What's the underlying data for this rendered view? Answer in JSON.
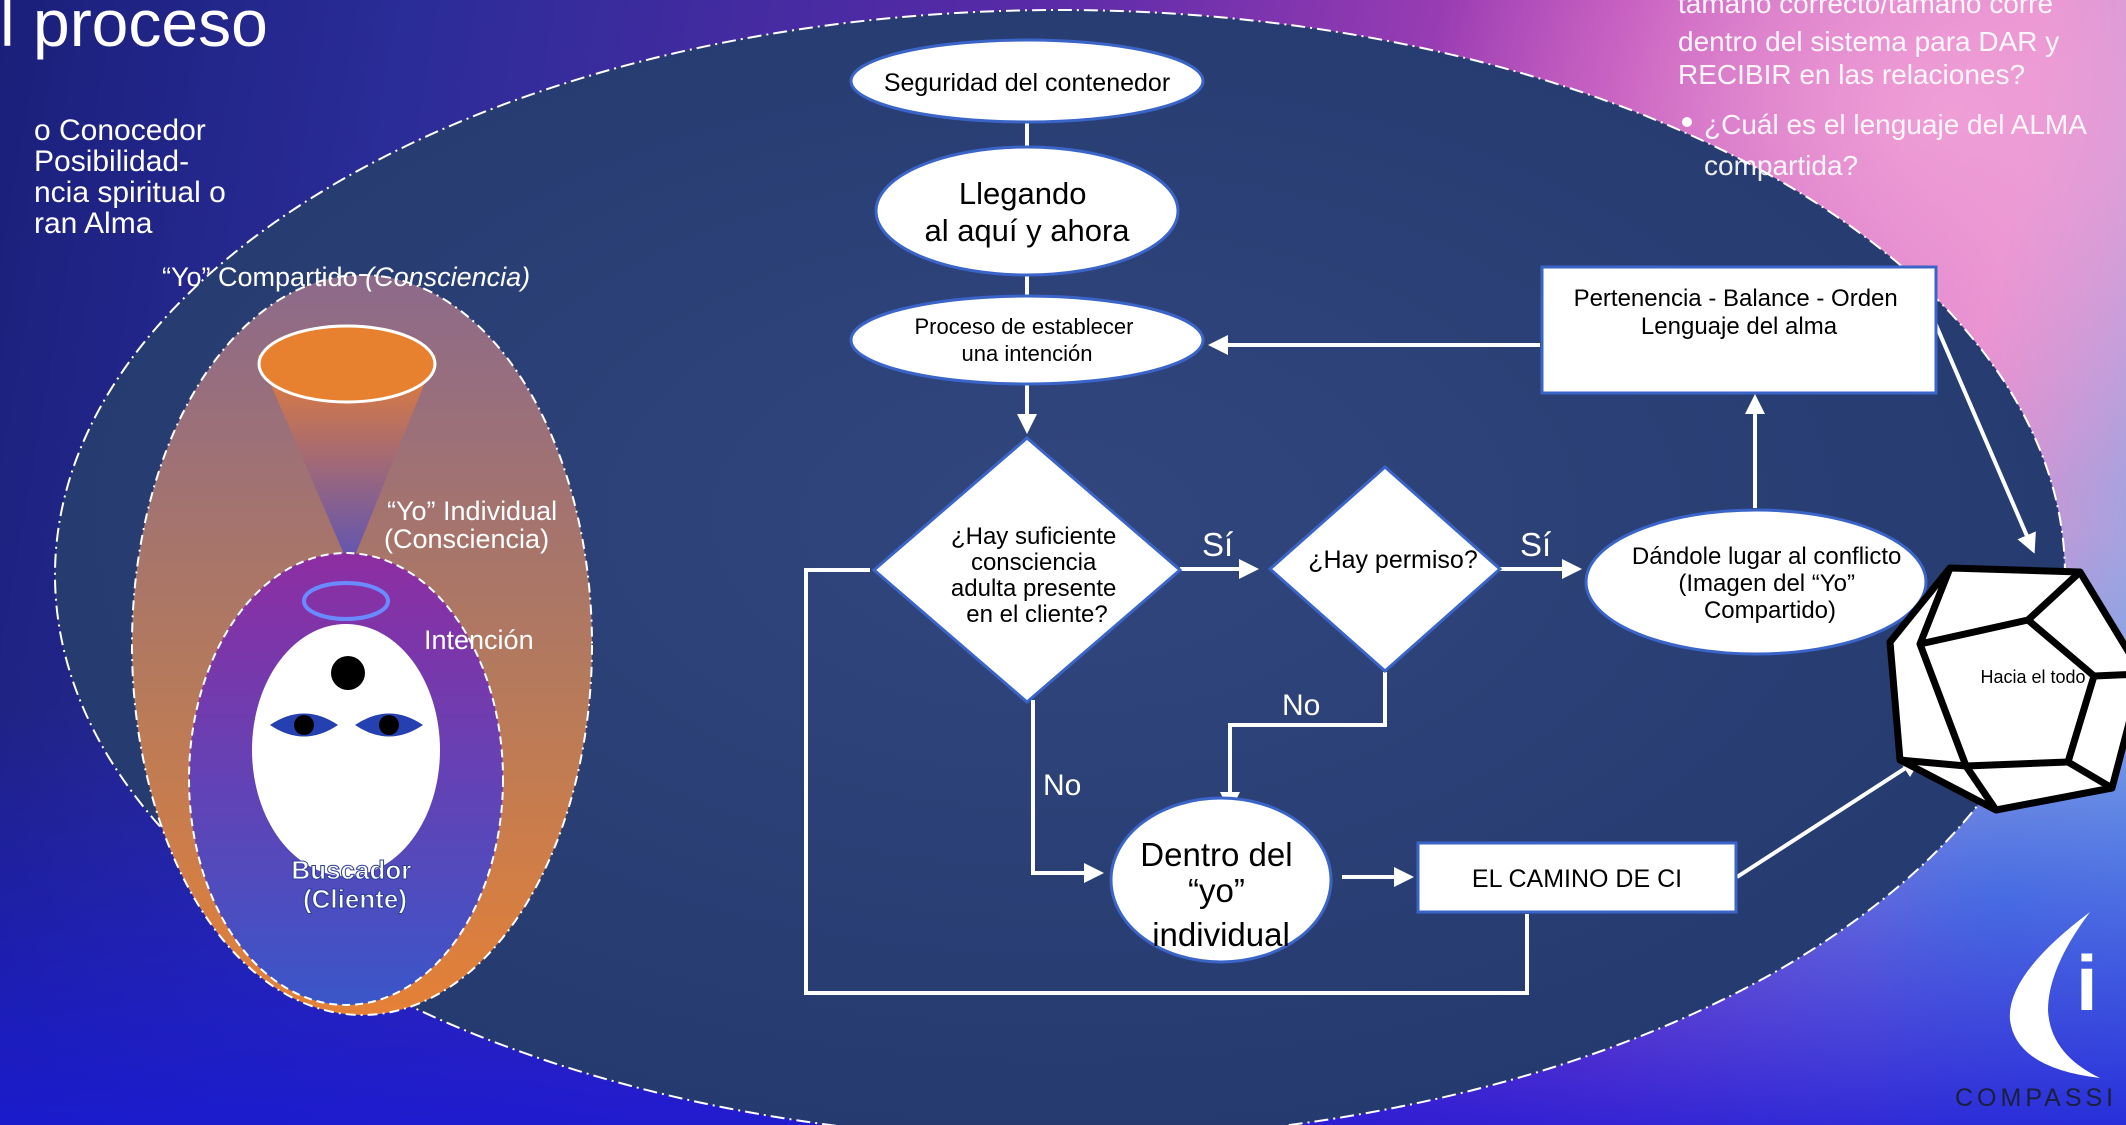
{
  "slide": {
    "title_partial": "l proceso",
    "left_text_lines": [
      "o Conocedor",
      "Posibilidad-",
      "ncia spiritual o",
      "ran Alma"
    ],
    "right_text": {
      "line1": "tamaño correcto/tamaño corre",
      "line2": "dentro del sistema para DAR y",
      "line3": "RECIBIR en las relaciones?",
      "bullet2_line1": "¿Cuál es el lenguaje del ALMA",
      "bullet2_line2": "compartida?"
    }
  },
  "figure": {
    "shared_label_prefix": "“Yo” Compartido ",
    "shared_label_italic": "(Consciencia)",
    "individual_line1": "“Yo” Individual",
    "individual_line2": "(Consciencia)",
    "intention_label": "Intención",
    "seeker_line1": "Buscador",
    "seeker_line2": "(Cliente)"
  },
  "flow": {
    "container": "Seguridad del contenedor",
    "arriving_line1": "Llegando",
    "arriving_line2": "al aquí y ahora",
    "intention_line1": "Proceso de establecer",
    "intention_line2": "una intención",
    "question1_lines": [
      "¿Hay suficiente",
      "consciencia",
      "adulta presente",
      "en el cliente?"
    ],
    "question2": "¿Hay permiso?",
    "yes1": "Sí",
    "yes2": "Sí",
    "no_down": "No",
    "no_left": "No",
    "conflict_lines": [
      "Dándole lugar al conflicto",
      "(Imagen del “Yo”",
      "Compartido)"
    ],
    "belonging_line1": "Pertenencia - Balance - Orden",
    "belonging_line2": "Lenguaje del alma",
    "inside_lines": [
      "Dentro del",
      "“yo”",
      "individual"
    ],
    "path": "EL CAMINO DE CI",
    "whole": "Hacia el todo"
  },
  "brand": {
    "logo_letter": "i",
    "name_partial": "COMPASSI"
  },
  "colors": {
    "panel": "#2c3f73",
    "orange": "#e07f3a",
    "purple": "#8a2aa0",
    "eye": "#2540b0"
  }
}
